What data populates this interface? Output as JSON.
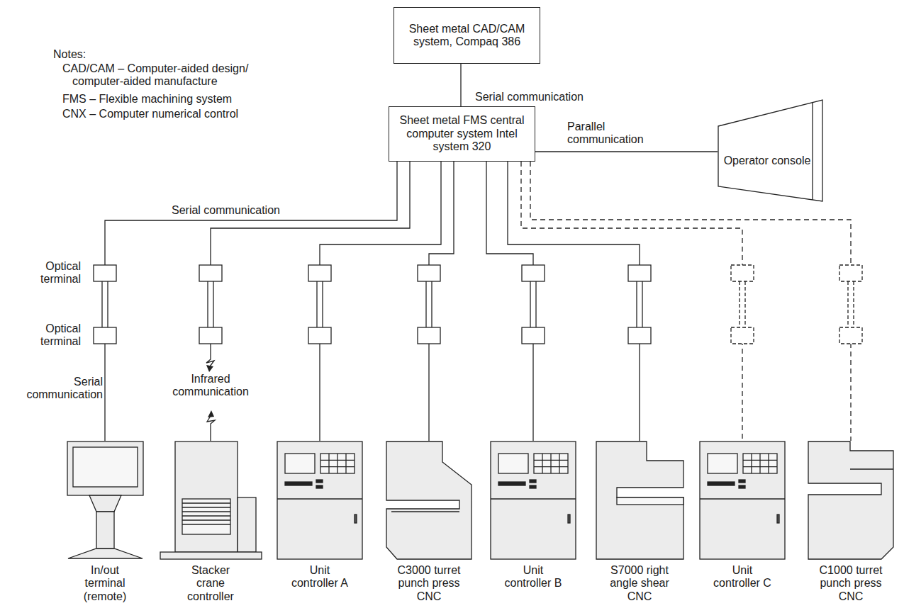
{
  "diagram": {
    "nodes": [
      {
        "text": [
          "Sheet metal CAD/CAM system, Compaq 386"
        ]
      },
      {
        "text": [
          "Sheet metal FMS central computer system Intel system 320"
        ]
      },
      {
        "text": [
          "Operator console"
        ]
      },
      {
        "text": [
          "In/out terminal (remote)"
        ]
      },
      {
        "text": [
          "Stacker crane controller"
        ]
      },
      {
        "text": [
          "Unit controller A"
        ]
      },
      {
        "text": [
          "C3000 turret punch press CNC"
        ]
      },
      {
        "text": [
          "Unit controller B"
        ]
      },
      {
        "text": [
          "S7000 right angle shear CNC"
        ]
      },
      {
        "text": [
          "Unit controller C"
        ]
      },
      {
        "text": [
          "C1000 turret punch press CNC"
        ]
      }
    ],
    "edges": [
      {
        "from": 0,
        "to": 1,
        "arrow": "none",
        "label": "Serial communication"
      },
      {
        "from": 1,
        "to": 2,
        "arrow": "none",
        "label": "Parallel communication"
      },
      {
        "from": 1,
        "to": 3,
        "arrow": "none",
        "label": "Serial communication"
      },
      {
        "from": 1,
        "to": 4,
        "arrow": "none"
      },
      {
        "from": 1,
        "to": 5,
        "arrow": "none"
      },
      {
        "from": 1,
        "to": 6,
        "arrow": "none"
      },
      {
        "from": 1,
        "to": 7,
        "arrow": "none"
      },
      {
        "from": 1,
        "to": 8,
        "arrow": "none"
      },
      {
        "from": 1,
        "to": 9,
        "arrow": "none"
      },
      {
        "from": 1,
        "to": 10,
        "arrow": "none"
      }
    ],
    "labels": [
      "Notes:",
      "CAD/CAM – Computer-aided design/ computer-aided manufacture",
      "FMS – Flexible machining system",
      "CNX – Computer numerical control",
      "Optical terminal",
      "Optical terminal",
      "Serial communication",
      "Infrared communication"
    ]
  }
}
